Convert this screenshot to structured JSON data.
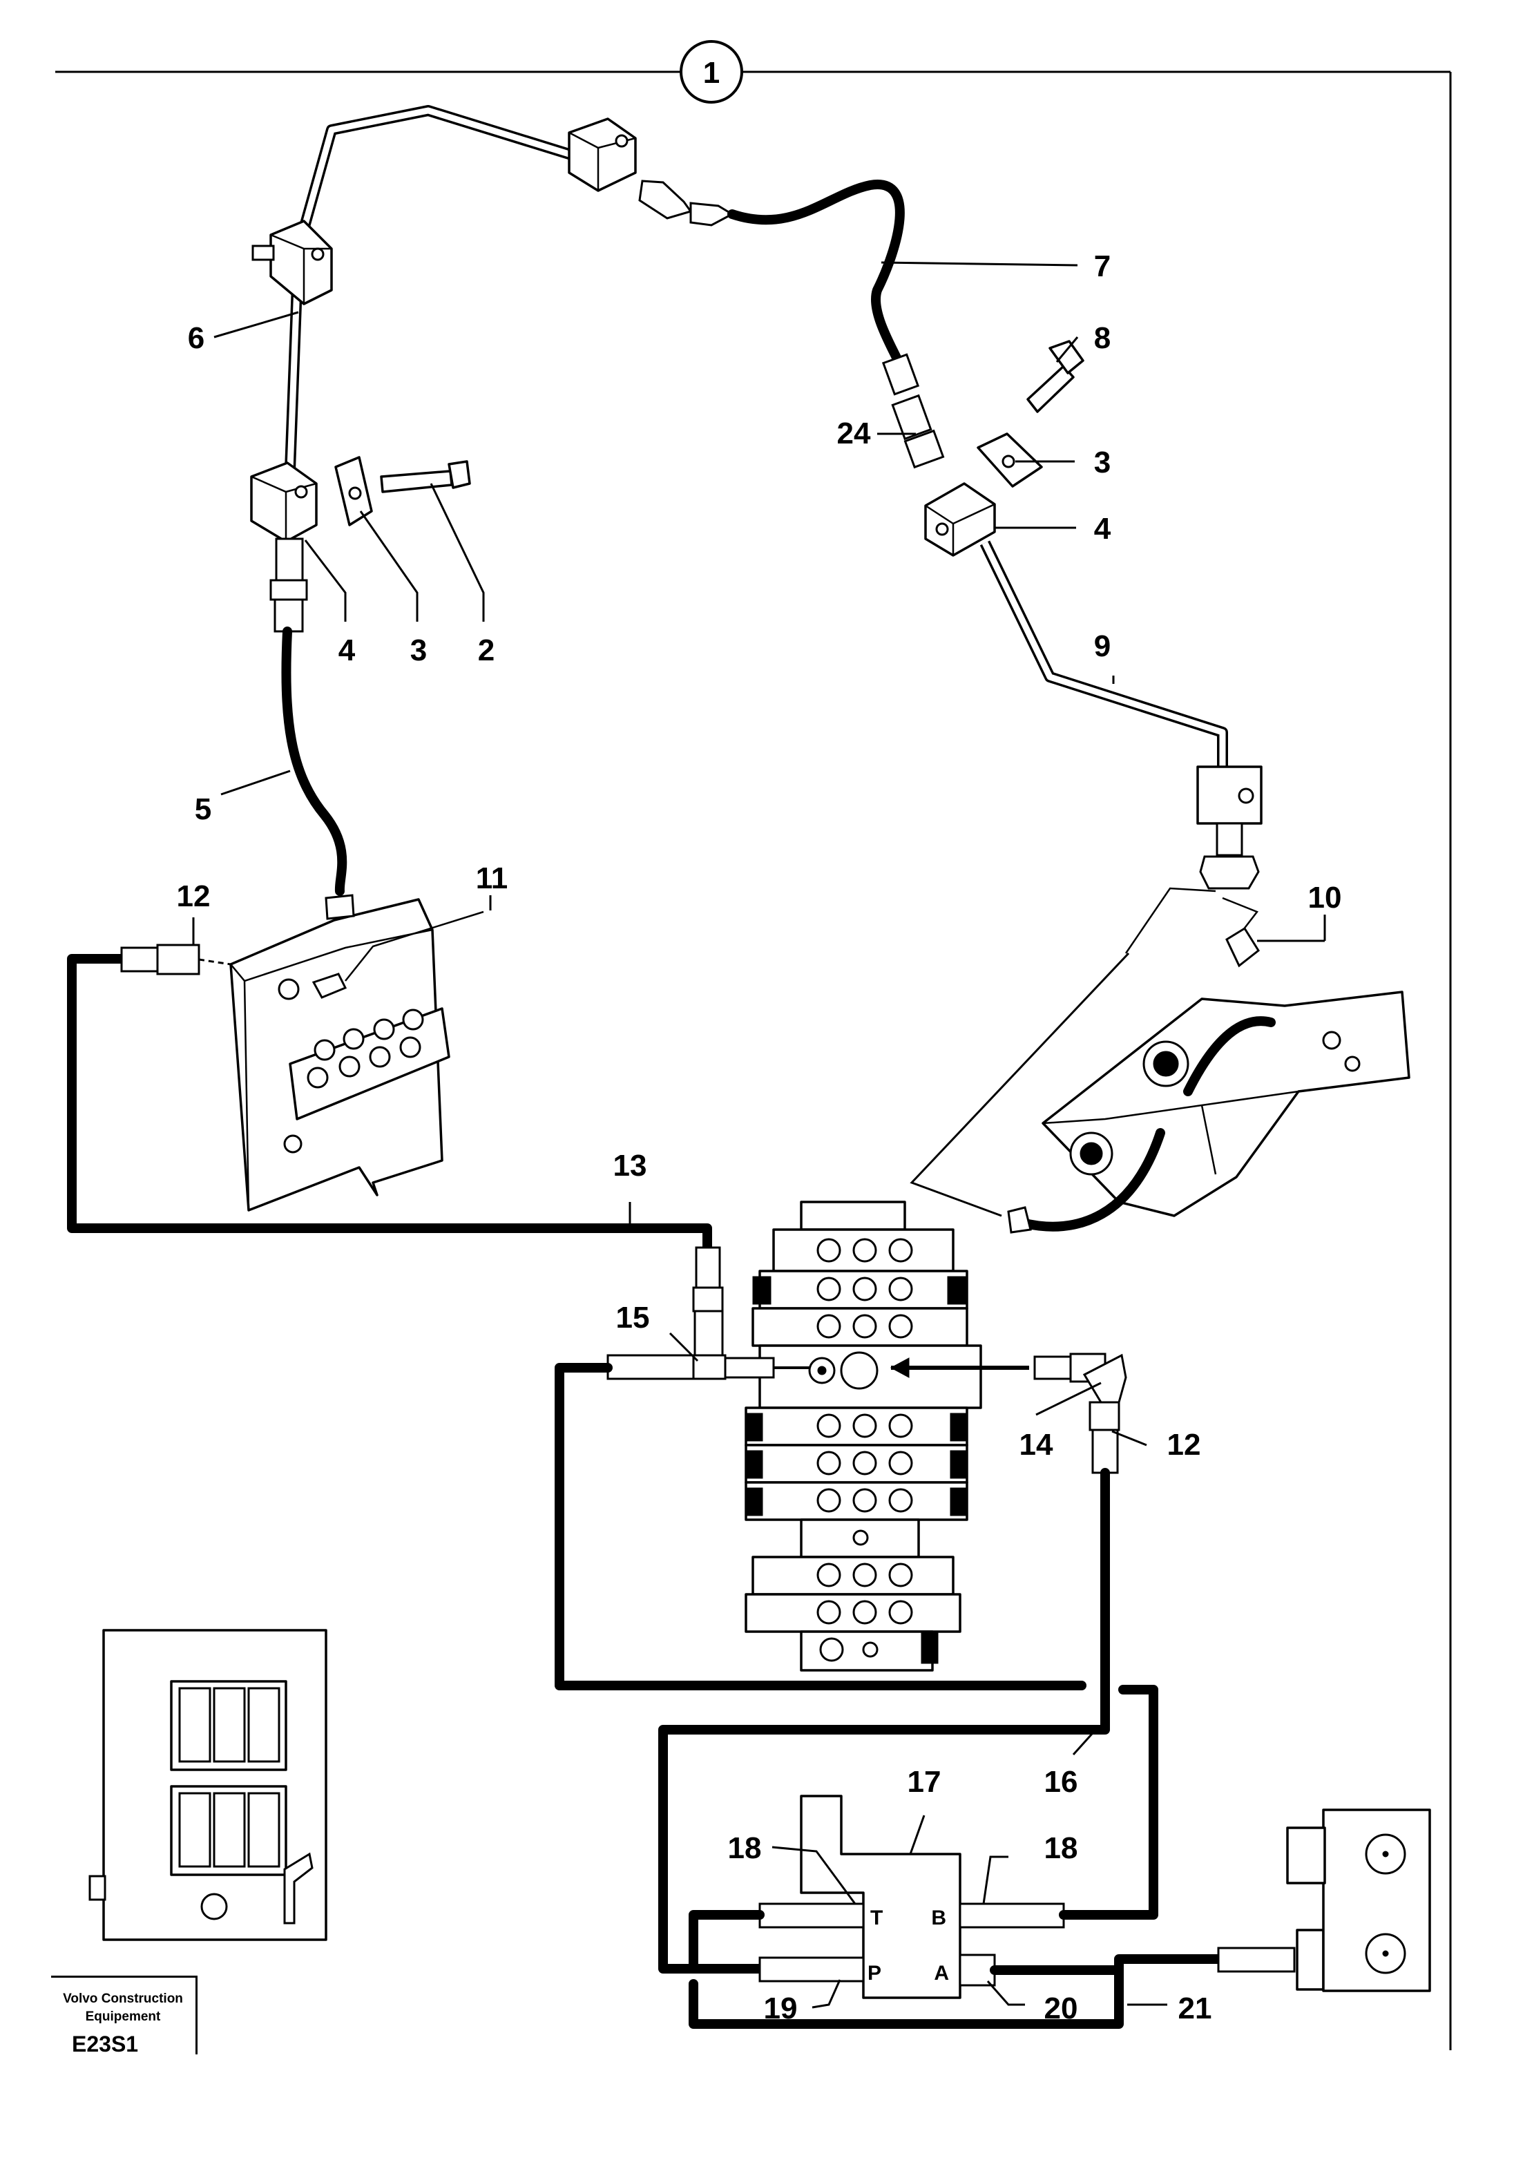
{
  "figure": {
    "frame_number": "1",
    "drawing_code": "E23S1",
    "company": "Volvo Construction Equipement"
  },
  "callouts": [
    {
      "id": "c1",
      "text": "2"
    },
    {
      "id": "c2",
      "text": "3"
    },
    {
      "id": "c3",
      "text": "4"
    },
    {
      "id": "c4",
      "text": "5"
    },
    {
      "id": "c5",
      "text": "6"
    },
    {
      "id": "c6",
      "text": "7"
    },
    {
      "id": "c7",
      "text": "8"
    },
    {
      "id": "c8",
      "text": "24"
    },
    {
      "id": "c9",
      "text": "3"
    },
    {
      "id": "c10",
      "text": "4"
    },
    {
      "id": "c11",
      "text": "9"
    },
    {
      "id": "c12",
      "text": "10"
    },
    {
      "id": "c13",
      "text": "11"
    },
    {
      "id": "c14",
      "text": "12"
    },
    {
      "id": "c15",
      "text": "13"
    },
    {
      "id": "c16",
      "text": "15"
    },
    {
      "id": "c17",
      "text": "14"
    },
    {
      "id": "c18",
      "text": "12"
    },
    {
      "id": "c19",
      "text": "16"
    },
    {
      "id": "c20",
      "text": "17"
    },
    {
      "id": "c21",
      "text": "18"
    },
    {
      "id": "c22",
      "text": "18"
    },
    {
      "id": "c23",
      "text": "19"
    },
    {
      "id": "c24",
      "text": "20"
    },
    {
      "id": "c25",
      "text": "21"
    }
  ],
  "valve_ports": {
    "t": "T",
    "b": "B",
    "p": "P",
    "a": "A"
  }
}
